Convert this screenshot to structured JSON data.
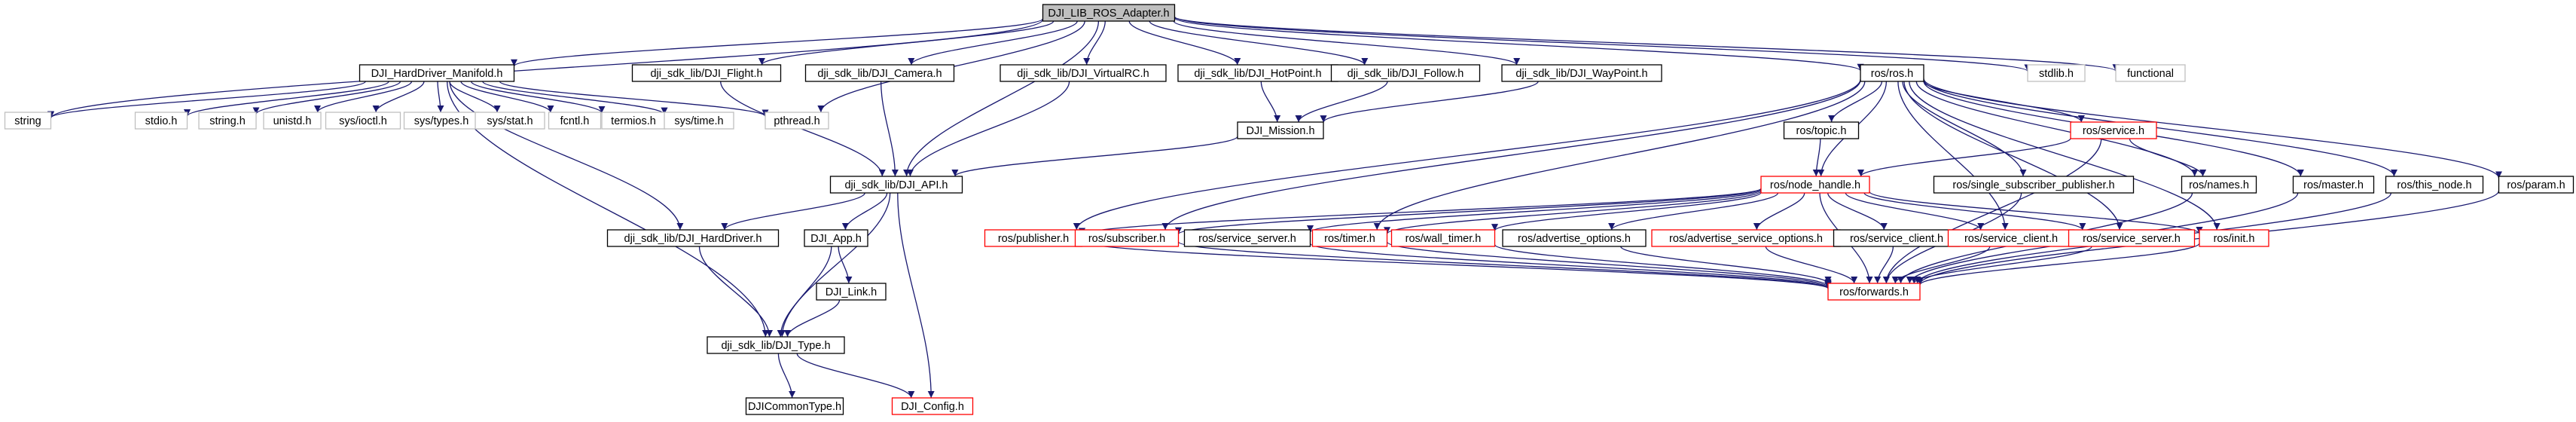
{
  "colors": {
    "edge": "#191970",
    "root_fill": "#bfbfbf",
    "normal_border": "#000000",
    "external_border": "#bfbfbf",
    "red_border": "#ff0000"
  },
  "nodes": [
    {
      "id": "adapter",
      "label": "DJI_LIB_ROS_Adapter.h",
      "style": "root"
    },
    {
      "id": "manifold",
      "label": "DJI_HardDriver_Manifold.h",
      "style": "normal"
    },
    {
      "id": "flight",
      "label": "dji_sdk_lib/DJI_Flight.h",
      "style": "normal"
    },
    {
      "id": "camera",
      "label": "dji_sdk_lib/DJI_Camera.h",
      "style": "normal"
    },
    {
      "id": "virtualrc",
      "label": "dji_sdk_lib/DJI_VirtualRC.h",
      "style": "normal"
    },
    {
      "id": "hotpoint",
      "label": "dji_sdk_lib/DJI_HotPoint.h",
      "style": "normal"
    },
    {
      "id": "follow",
      "label": "dji_sdk_lib/DJI_Follow.h",
      "style": "normal"
    },
    {
      "id": "waypoint",
      "label": "dji_sdk_lib/DJI_WayPoint.h",
      "style": "normal"
    },
    {
      "id": "rosh",
      "label": "ros/ros.h",
      "style": "normal"
    },
    {
      "id": "stdlib",
      "label": "stdlib.h",
      "style": "external"
    },
    {
      "id": "functional",
      "label": "functional",
      "style": "external"
    },
    {
      "id": "string",
      "label": "string",
      "style": "external"
    },
    {
      "id": "stdio",
      "label": "stdio.h",
      "style": "external"
    },
    {
      "id": "stringh",
      "label": "string.h",
      "style": "external"
    },
    {
      "id": "unistd",
      "label": "unistd.h",
      "style": "external"
    },
    {
      "id": "ioctl",
      "label": "sys/ioctl.h",
      "style": "external"
    },
    {
      "id": "types",
      "label": "sys/types.h",
      "style": "external"
    },
    {
      "id": "stat",
      "label": "sys/stat.h",
      "style": "external"
    },
    {
      "id": "fcntl",
      "label": "fcntl.h",
      "style": "external"
    },
    {
      "id": "termios",
      "label": "termios.h",
      "style": "external"
    },
    {
      "id": "time",
      "label": "sys/time.h",
      "style": "external"
    },
    {
      "id": "pthread",
      "label": "pthread.h",
      "style": "external"
    },
    {
      "id": "mission",
      "label": "DJI_Mission.h",
      "style": "normal"
    },
    {
      "id": "api",
      "label": "dji_sdk_lib/DJI_API.h",
      "style": "normal"
    },
    {
      "id": "harddriver",
      "label": "dji_sdk_lib/DJI_HardDriver.h",
      "style": "normal"
    },
    {
      "id": "app",
      "label": "DJI_App.h",
      "style": "normal"
    },
    {
      "id": "link",
      "label": "DJI_Link.h",
      "style": "normal"
    },
    {
      "id": "type",
      "label": "dji_sdk_lib/DJI_Type.h",
      "style": "normal"
    },
    {
      "id": "commontype",
      "label": "DJICommonType.h",
      "style": "normal"
    },
    {
      "id": "config",
      "label": "DJI_Config.h",
      "style": "red"
    },
    {
      "id": "topic",
      "label": "ros/topic.h",
      "style": "normal"
    },
    {
      "id": "service",
      "label": "ros/service.h",
      "style": "red"
    },
    {
      "id": "nodehandle",
      "label": "ros/node_handle.h",
      "style": "red"
    },
    {
      "id": "singlesub",
      "label": "ros/single_subscriber_publisher.h",
      "style": "normal"
    },
    {
      "id": "names",
      "label": "ros/names.h",
      "style": "normal"
    },
    {
      "id": "master",
      "label": "ros/master.h",
      "style": "normal"
    },
    {
      "id": "thisnode",
      "label": "ros/this_node.h",
      "style": "normal"
    },
    {
      "id": "param",
      "label": "ros/param.h",
      "style": "normal"
    },
    {
      "id": "publisher",
      "label": "ros/publisher.h",
      "style": "red"
    },
    {
      "id": "subscriber",
      "label": "ros/subscriber.h",
      "style": "red"
    },
    {
      "id": "serviceserver1",
      "label": "ros/service_server.h",
      "style": "normal"
    },
    {
      "id": "timer",
      "label": "ros/timer.h",
      "style": "red"
    },
    {
      "id": "walltimer",
      "label": "ros/wall_timer.h",
      "style": "red"
    },
    {
      "id": "advopts",
      "label": "ros/advertise_options.h",
      "style": "normal"
    },
    {
      "id": "advsrvopts",
      "label": "ros/advertise_service_options.h",
      "style": "red"
    },
    {
      "id": "serviceclient1",
      "label": "ros/service_client.h",
      "style": "normal"
    },
    {
      "id": "serviceclient2",
      "label": "ros/service_client.h",
      "style": "red"
    },
    {
      "id": "serviceserver2",
      "label": "ros/service_server.h",
      "style": "red"
    },
    {
      "id": "init",
      "label": "ros/init.h",
      "style": "red"
    },
    {
      "id": "forwards",
      "label": "ros/forwards.h",
      "style": "red"
    }
  ],
  "edges": [
    [
      "adapter",
      "manifold"
    ],
    [
      "adapter",
      "flight"
    ],
    [
      "adapter",
      "camera"
    ],
    [
      "adapter",
      "virtualrc"
    ],
    [
      "adapter",
      "hotpoint"
    ],
    [
      "adapter",
      "follow"
    ],
    [
      "adapter",
      "waypoint"
    ],
    [
      "adapter",
      "rosh"
    ],
    [
      "adapter",
      "stdlib"
    ],
    [
      "adapter",
      "functional"
    ],
    [
      "adapter",
      "string"
    ],
    [
      "adapter",
      "pthread"
    ],
    [
      "adapter",
      "api"
    ],
    [
      "manifold",
      "string"
    ],
    [
      "manifold",
      "stdio"
    ],
    [
      "manifold",
      "stringh"
    ],
    [
      "manifold",
      "unistd"
    ],
    [
      "manifold",
      "ioctl"
    ],
    [
      "manifold",
      "types"
    ],
    [
      "manifold",
      "stat"
    ],
    [
      "manifold",
      "fcntl"
    ],
    [
      "manifold",
      "termios"
    ],
    [
      "manifold",
      "time"
    ],
    [
      "manifold",
      "pthread"
    ],
    [
      "manifold",
      "harddriver"
    ],
    [
      "manifold",
      "type"
    ],
    [
      "flight",
      "api"
    ],
    [
      "camera",
      "api"
    ],
    [
      "virtualrc",
      "api"
    ],
    [
      "hotpoint",
      "mission"
    ],
    [
      "follow",
      "mission"
    ],
    [
      "waypoint",
      "mission"
    ],
    [
      "mission",
      "api"
    ],
    [
      "api",
      "harddriver"
    ],
    [
      "api",
      "app"
    ],
    [
      "api",
      "type"
    ],
    [
      "api",
      "config"
    ],
    [
      "harddriver",
      "type"
    ],
    [
      "app",
      "link"
    ],
    [
      "app",
      "type"
    ],
    [
      "link",
      "type"
    ],
    [
      "type",
      "commontype"
    ],
    [
      "type",
      "config"
    ],
    [
      "rosh",
      "topic"
    ],
    [
      "rosh",
      "service"
    ],
    [
      "rosh",
      "nodehandle"
    ],
    [
      "rosh",
      "singlesub"
    ],
    [
      "rosh",
      "names"
    ],
    [
      "rosh",
      "master"
    ],
    [
      "rosh",
      "thisnode"
    ],
    [
      "rosh",
      "param"
    ],
    [
      "rosh",
      "publisher"
    ],
    [
      "rosh",
      "subscriber"
    ],
    [
      "rosh",
      "timer"
    ],
    [
      "rosh",
      "init"
    ],
    [
      "rosh",
      "serviceclient2"
    ],
    [
      "rosh",
      "serviceserver2"
    ],
    [
      "topic",
      "nodehandle"
    ],
    [
      "service",
      "nodehandle"
    ],
    [
      "service",
      "names"
    ],
    [
      "service",
      "forwards"
    ],
    [
      "nodehandle",
      "publisher"
    ],
    [
      "nodehandle",
      "subscriber"
    ],
    [
      "nodehandle",
      "serviceserver1"
    ],
    [
      "nodehandle",
      "timer"
    ],
    [
      "nodehandle",
      "walltimer"
    ],
    [
      "nodehandle",
      "advopts"
    ],
    [
      "nodehandle",
      "advsrvopts"
    ],
    [
      "nodehandle",
      "serviceclient1"
    ],
    [
      "nodehandle",
      "serviceclient2"
    ],
    [
      "nodehandle",
      "serviceserver2"
    ],
    [
      "nodehandle",
      "init"
    ],
    [
      "nodehandle",
      "forwards"
    ],
    [
      "singlesub",
      "forwards"
    ],
    [
      "names",
      "forwards"
    ],
    [
      "master",
      "forwards"
    ],
    [
      "thisnode",
      "forwards"
    ],
    [
      "param",
      "forwards"
    ],
    [
      "publisher",
      "forwards"
    ],
    [
      "subscriber",
      "forwards"
    ],
    [
      "serviceserver1",
      "forwards"
    ],
    [
      "timer",
      "forwards"
    ],
    [
      "walltimer",
      "forwards"
    ],
    [
      "advopts",
      "forwards"
    ],
    [
      "advsrvopts",
      "forwards"
    ],
    [
      "serviceclient1",
      "forwards"
    ],
    [
      "serviceclient2",
      "forwards"
    ],
    [
      "serviceserver2",
      "forwards"
    ],
    [
      "init",
      "forwards"
    ]
  ]
}
